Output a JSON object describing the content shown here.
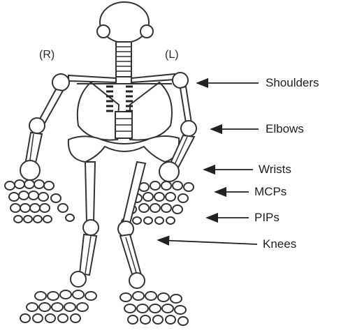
{
  "side_labels": {
    "right": "(R)",
    "left": "(L)"
  },
  "joint_labels": [
    "Shoulders",
    "Elbows",
    "Wrists",
    "MCPs",
    "PIPs",
    "Knees"
  ],
  "colors": {
    "stroke": "#333333",
    "fill": "#ffffff",
    "text": "#1e1e1e"
  }
}
